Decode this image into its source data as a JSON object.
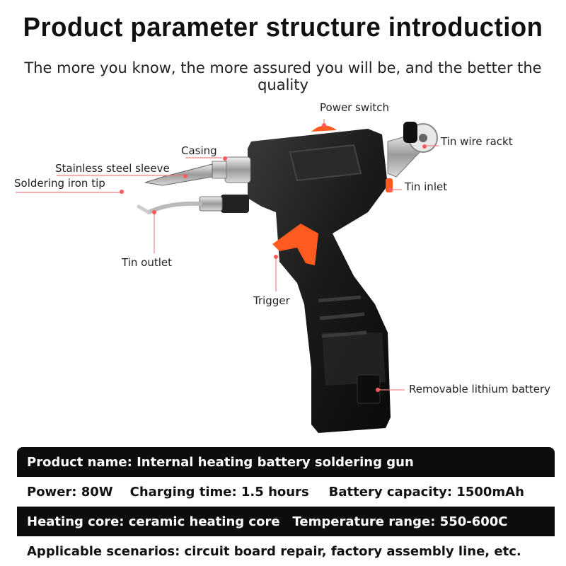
{
  "header": {
    "title": "Product parameter structure introduction",
    "subtitle": "The more you know, the more assured you will be, and the better the quality"
  },
  "callouts": {
    "power_switch": "Power switch",
    "casing": "Casing",
    "tin_wire_rack": "Tin wire rackt",
    "stainless_sleeve": "Stainless steel sleeve",
    "soldering_tip": "Soldering iron tip",
    "tin_inlet": "Tin inlet",
    "tin_outlet": "Tin outlet",
    "trigger": "Trigger",
    "battery": "Removable lithium battery"
  },
  "specs": {
    "product_name": "Product name: Internal heating battery soldering gun",
    "power": "Power: 80W",
    "charging_time": "Charging time: 1.5 hours",
    "battery_capacity": "Battery capacity: 1500mAh",
    "heating_core": "Heating core: ceramic heating core",
    "temperature_range": "Temperature range: 550-600C",
    "scenarios": "Applicable scenarios: circuit board repair, factory assembly line, etc."
  },
  "colors": {
    "accent": "#ff5a1f",
    "dark_row": "#0d0d0d",
    "body": "#1b1b1b"
  }
}
